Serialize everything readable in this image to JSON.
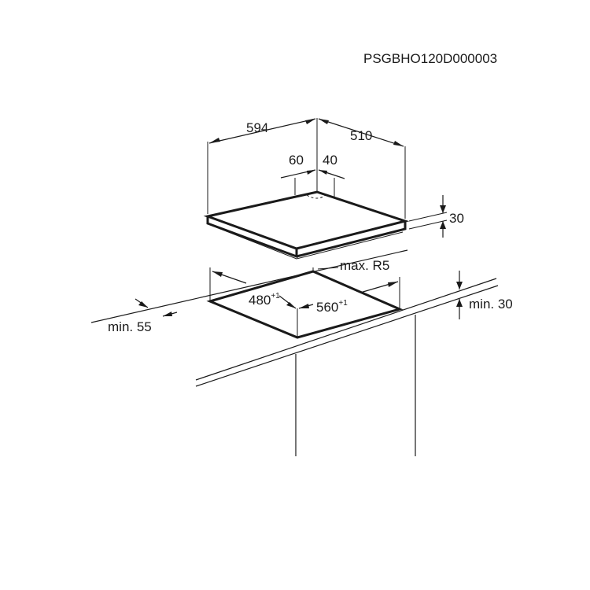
{
  "document": {
    "code": "PSGBHO120D000003"
  },
  "hob_dimensions": {
    "width": "594",
    "depth": "510",
    "offset_left": "60",
    "offset_right": "40",
    "height": "30"
  },
  "cutout_dimensions": {
    "width_value": "560",
    "width_tolerance": "+1",
    "depth_value": "480",
    "depth_tolerance": "+1",
    "corner_radius": "max. R5",
    "min_front_edge": "min. 55",
    "min_worktop_thickness": "min. 30"
  }
}
